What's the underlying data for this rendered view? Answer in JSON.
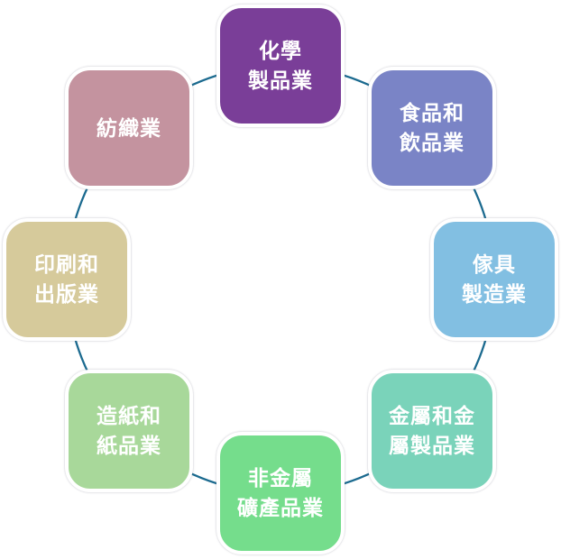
{
  "diagram": {
    "background": "#ffffff",
    "text_color": "#ffffff",
    "connector_color": "#1b6a8f",
    "nodes": [
      {
        "id": "chemical-products",
        "lines": [
          "化學",
          "製品業"
        ],
        "color": "#7a3e98"
      },
      {
        "id": "food-and-beverage",
        "lines": [
          "食品和",
          "飲品業"
        ],
        "color": "#7a84c6"
      },
      {
        "id": "furniture-manufacturing",
        "lines": [
          "傢具",
          "製造業"
        ],
        "color": "#82bfe2"
      },
      {
        "id": "metal-and-metal-products",
        "lines": [
          "金屬和金",
          "屬製品業"
        ],
        "color": "#7ad3ba"
      },
      {
        "id": "nonmetallic-mineral-products",
        "lines": [
          "非金屬",
          "礦產品業"
        ],
        "color": "#75dd8c"
      },
      {
        "id": "paper-and-paper-products",
        "lines": [
          "造紙和",
          "紙品業"
        ],
        "color": "#a8d89a"
      },
      {
        "id": "printing-and-publishing",
        "lines": [
          "印刷和",
          "出版業"
        ],
        "color": "#d6ca9b"
      },
      {
        "id": "textile-industry",
        "lines": [
          "紡織業"
        ],
        "color": "#c4939f"
      }
    ]
  }
}
